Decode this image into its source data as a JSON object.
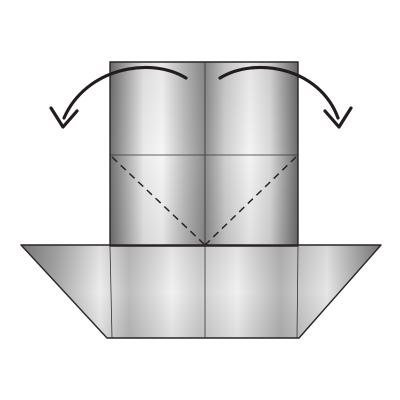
{
  "diagram": {
    "kind": "origami-fold-step",
    "steps": [
      {
        "action": "valley-fold",
        "side": "left",
        "direction": "outward-down"
      },
      {
        "action": "valley-fold",
        "side": "right",
        "direction": "outward-down"
      }
    ],
    "fold_arrows": [
      {
        "side": "left",
        "icon": "curved-arrow-left-icon"
      },
      {
        "side": "right",
        "icon": "curved-arrow-right-icon"
      }
    ],
    "colors": {
      "paper_light": "#f2f2f2",
      "paper_mid": "#c9c9c9",
      "paper_dark": "#7a7a7a",
      "outline": "#2b2326",
      "fold_line": "#2b2326",
      "arrow": "#231c1e",
      "background": "#ffffff"
    }
  }
}
